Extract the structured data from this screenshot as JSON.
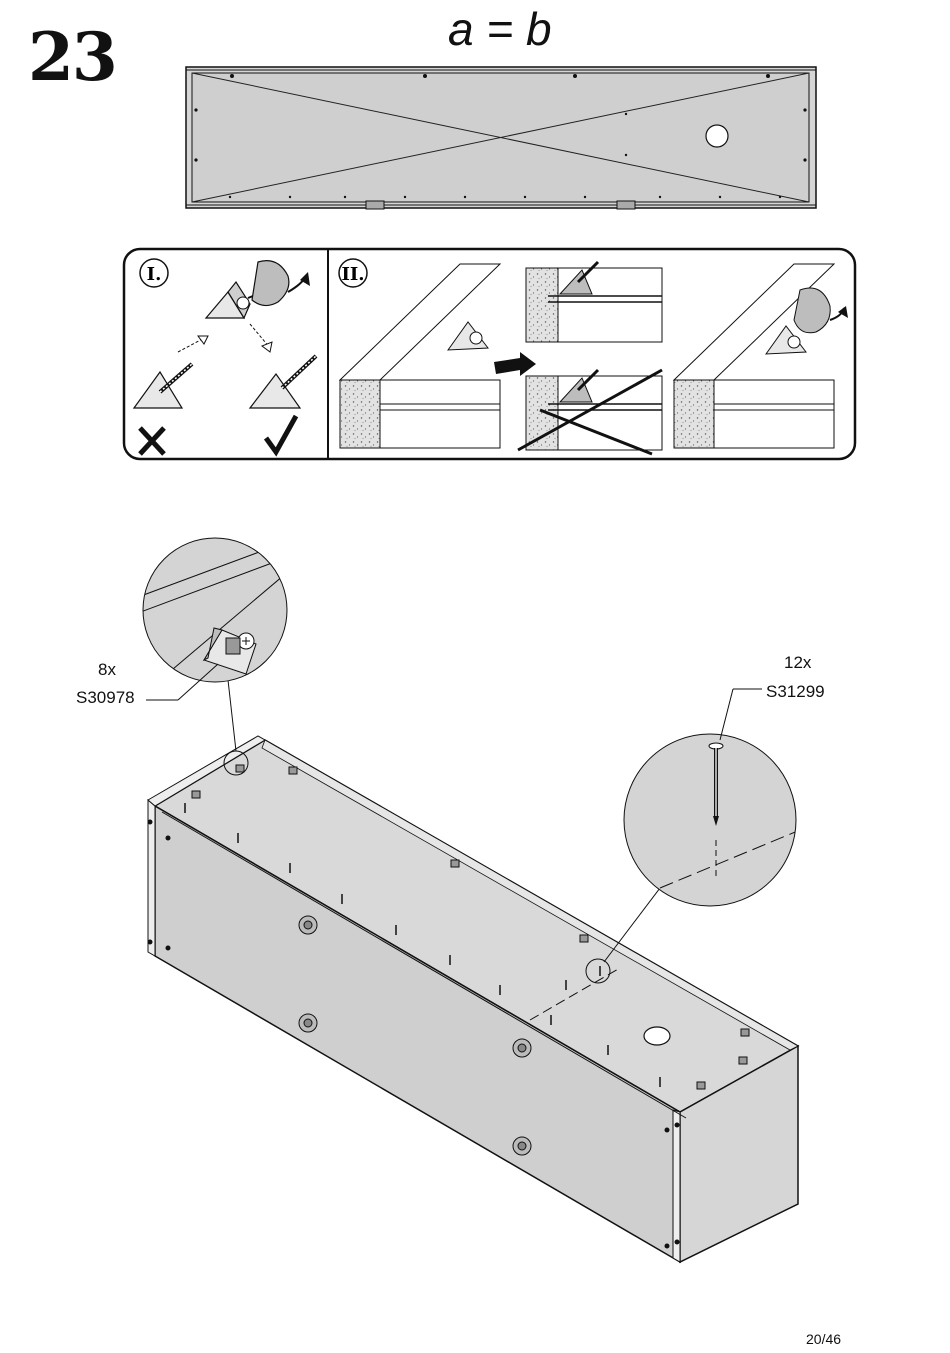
{
  "step": {
    "number": "23",
    "equation": "a = b"
  },
  "diagonal_labels": {
    "a": "a",
    "b": "b"
  },
  "detail_panel": {
    "section_1": "I.",
    "section_2": "II."
  },
  "callouts": {
    "bracket": {
      "quantity": "8x",
      "part_code": "S30978"
    },
    "nail": {
      "quantity": "12x",
      "part_code": "S31299"
    }
  },
  "footer": {
    "page": "20/46"
  }
}
